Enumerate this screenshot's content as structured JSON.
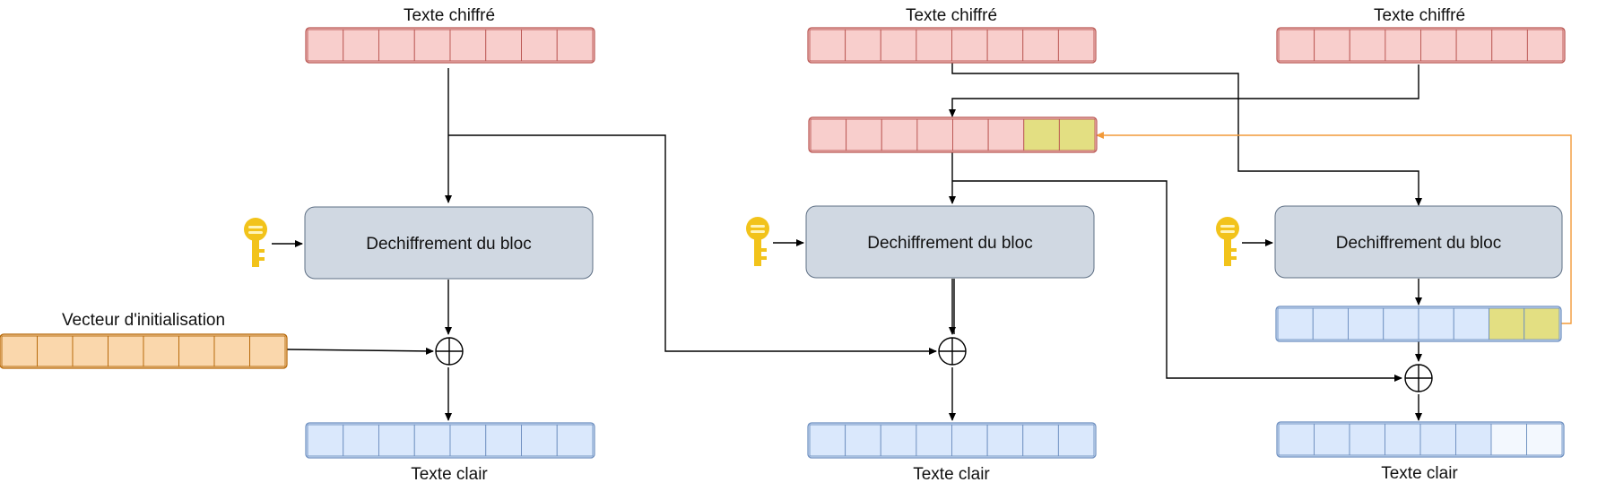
{
  "labels": {
    "ciphertext": "Texte chiffré",
    "plaintext": "Texte clair",
    "decrypt_block": "Dechiffrement du bloc",
    "iv": "Vecteur d'initialisation"
  },
  "colors": {
    "red_fill": "#f8cecc",
    "red_stroke": "#b85450",
    "blue_fill": "#dae8fc",
    "blue_stroke": "#6c8ebf",
    "orange_fill": "#fad7ac",
    "orange_stroke": "#b46504",
    "yellow_fill": "#e3df82",
    "pale_fill": "#f3f8fe",
    "box_fill": "#d0d8e2",
    "box_stroke": "#5e6f84",
    "key_color": "#f2c31a",
    "feedback_arrow": "#f29a39"
  },
  "icons": {
    "key": "key-icon",
    "xor": "xor-icon"
  }
}
